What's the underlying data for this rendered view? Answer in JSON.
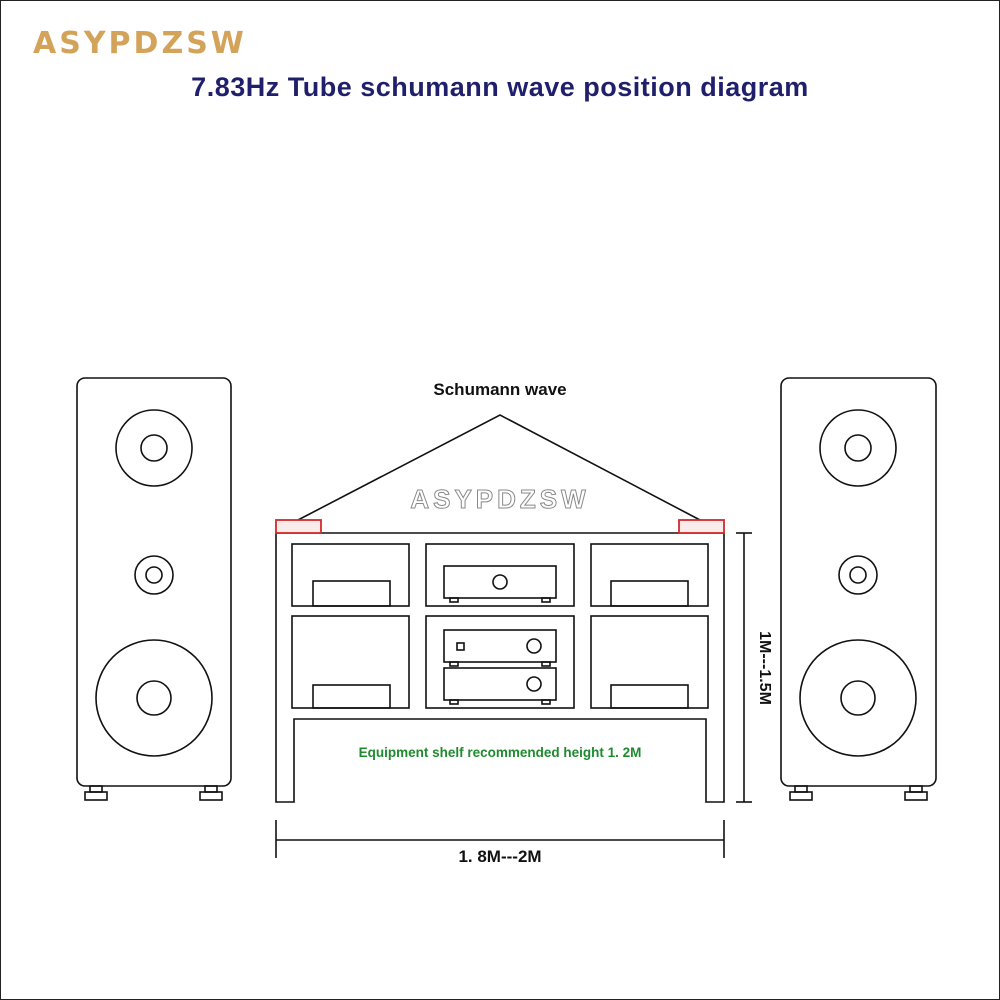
{
  "brand": "ASYPDZSW",
  "title": "7.83Hz  Tube schumann wave position diagram",
  "diagram": {
    "wave_label": "Schumann wave",
    "watermark": "ASYPDZSW",
    "shelf_note": "Equipment shelf recommended height 1. 2M",
    "height_label": "1M---1.5M",
    "width_label": "1. 8M---2M"
  },
  "colors": {
    "brand": "#d4a35a",
    "title": "#1f1f6b",
    "note": "#1e8b2e",
    "tube": "#d42a2a",
    "line": "#111111"
  }
}
